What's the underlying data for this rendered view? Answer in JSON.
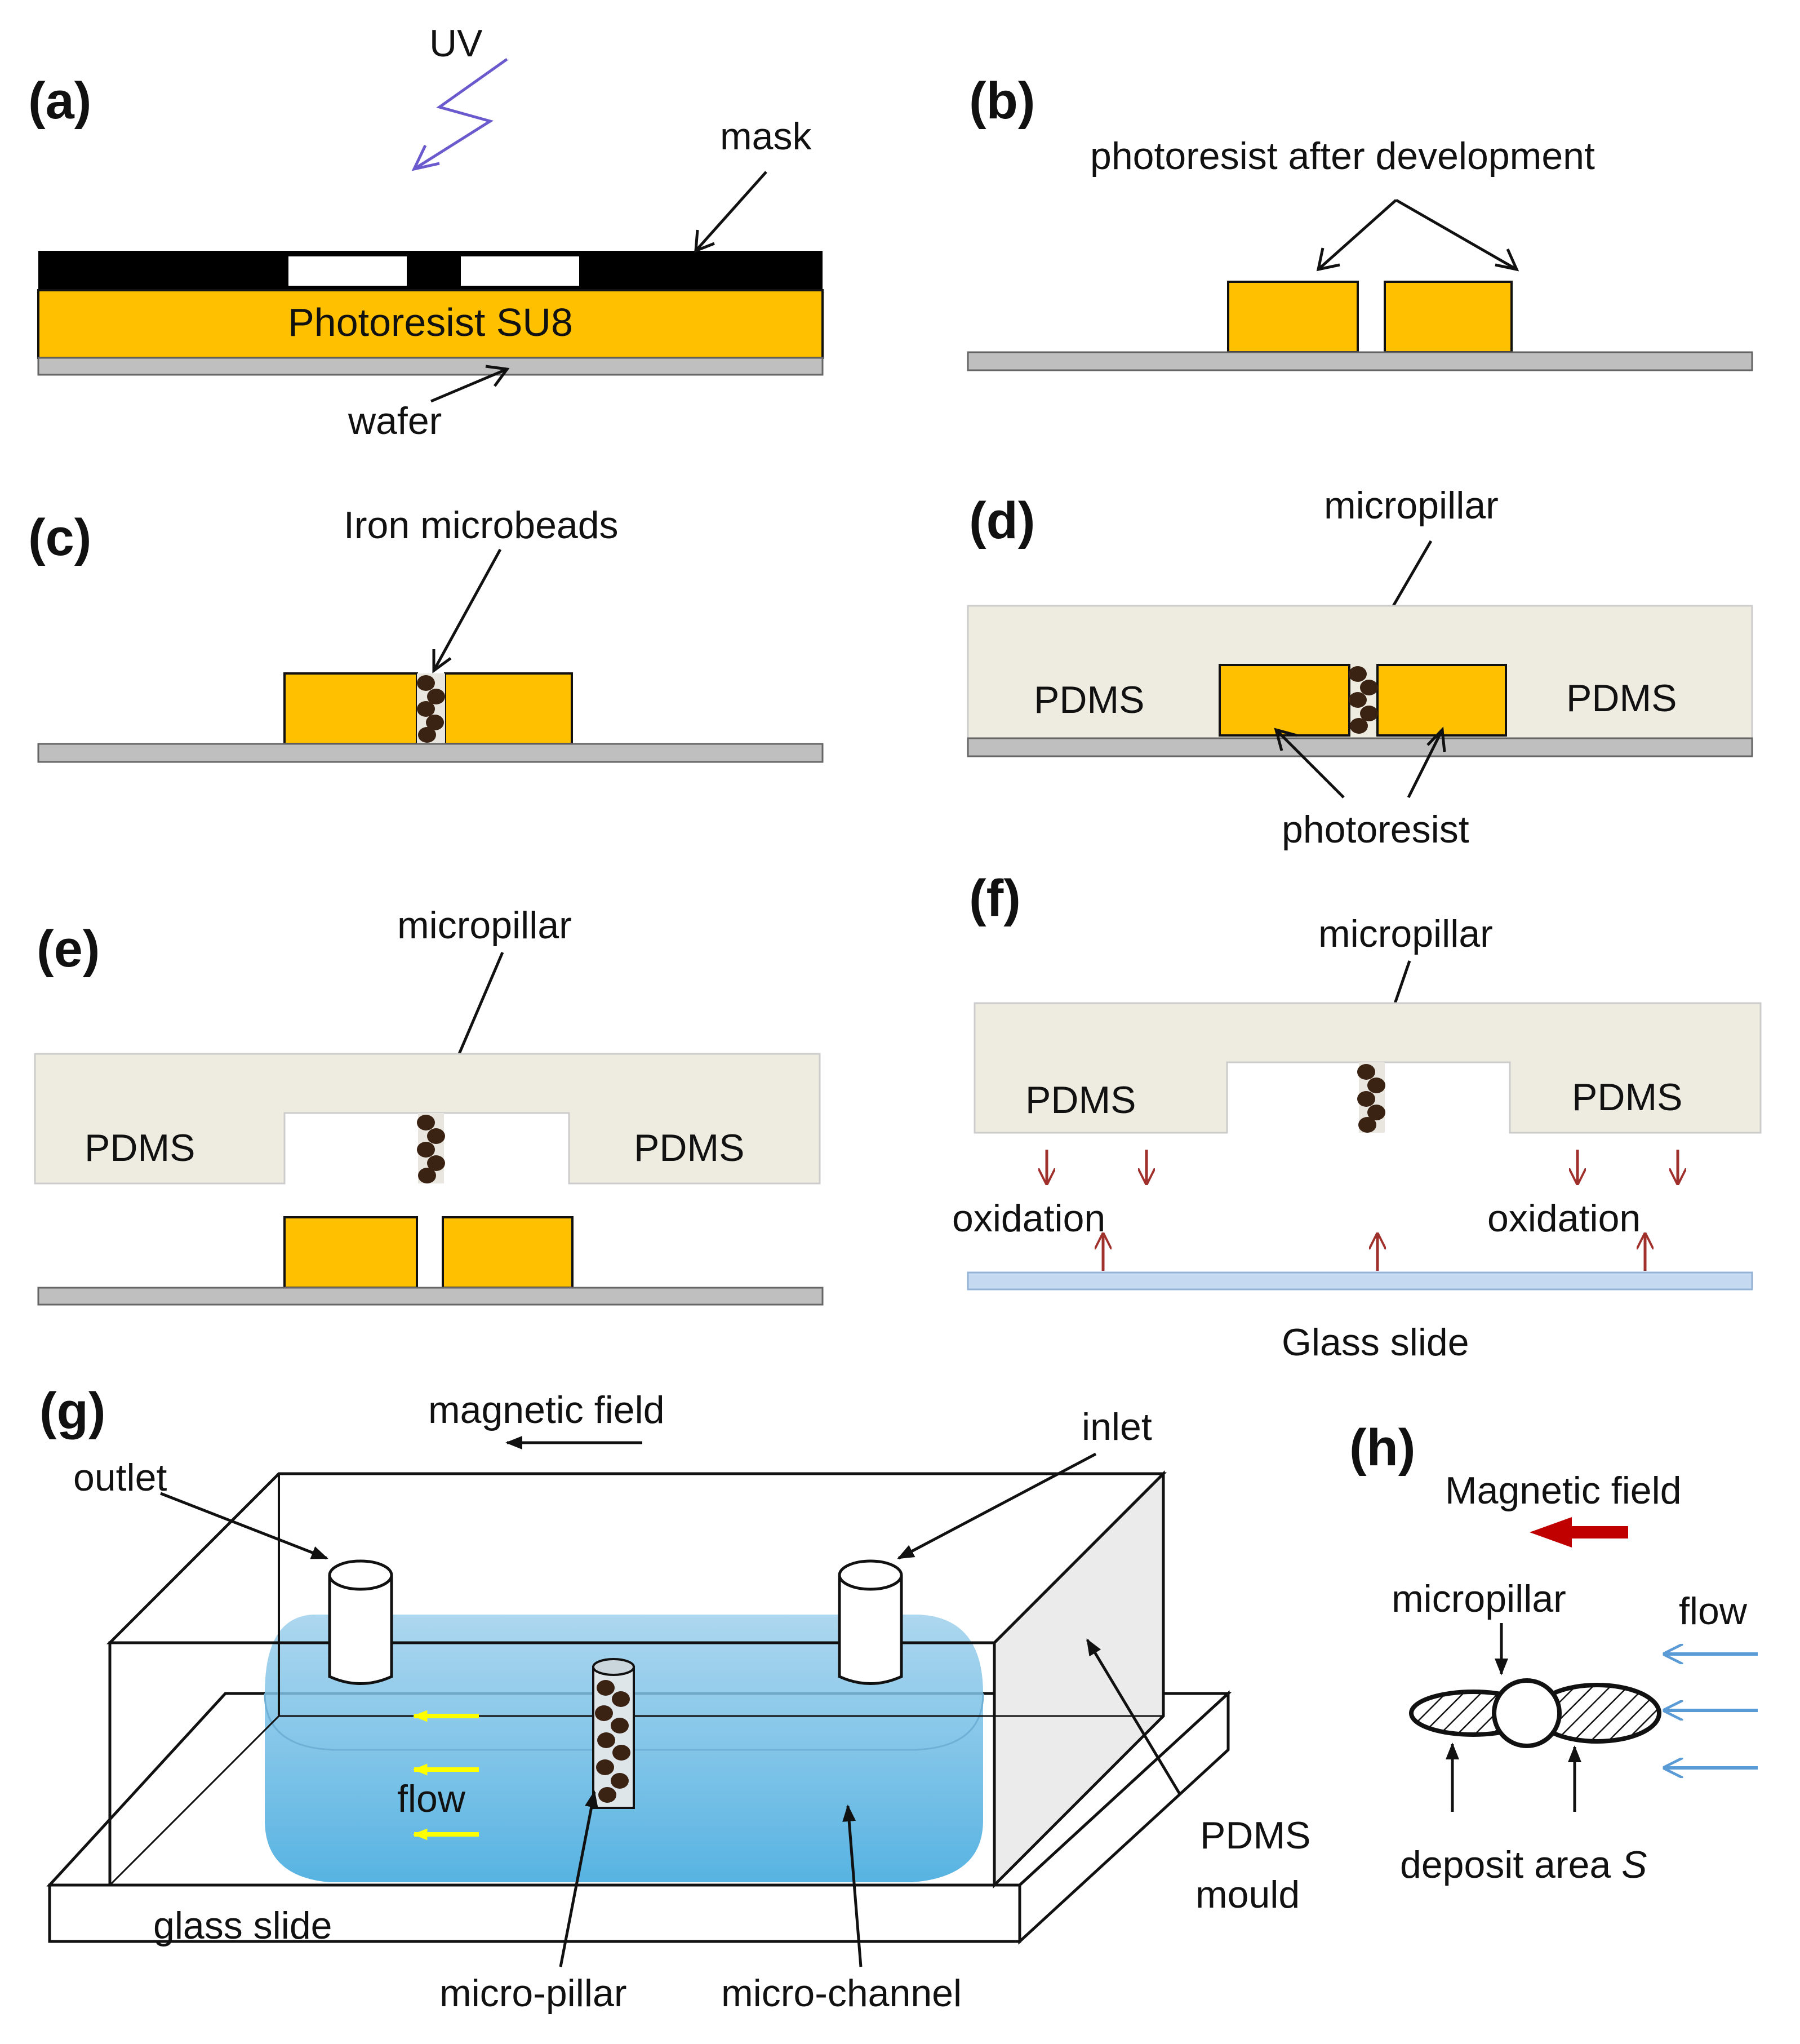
{
  "panels": {
    "a": "(a)",
    "b": "(b)",
    "c": "(c)",
    "d": "(d)",
    "e": "(e)",
    "f": "(f)",
    "g": "(g)",
    "h": "(h)"
  },
  "a": {
    "uv": "UV",
    "mask": "mask",
    "photoresist": "Photoresist SU8",
    "wafer": "wafer"
  },
  "b": {
    "photoresist_after": "photoresist after development"
  },
  "c": {
    "iron_microbeads": "Iron microbeads"
  },
  "d": {
    "micropillar": "micropillar",
    "pdms": "PDMS",
    "photoresist": "photoresist"
  },
  "e": {
    "micropillar": "micropillar",
    "pdms": "PDMS"
  },
  "f": {
    "micropillar": "micropillar",
    "pdms": "PDMS",
    "oxidation": "oxidation",
    "glass_slide": "Glass slide"
  },
  "g": {
    "magnetic_field": "magnetic field",
    "outlet": "outlet",
    "inlet": "inlet",
    "flow": "flow",
    "pdms_line1": "PDMS",
    "pdms_line2": "mould",
    "glass_slide": "glass slide",
    "micro_pillar": "micro-pillar",
    "micro_channel": "micro-channel"
  },
  "h": {
    "magnetic_field": "Magnetic field",
    "micropillar": "micropillar",
    "flow": "flow",
    "deposit_prefix": "deposit area ",
    "deposit_symbol": "S"
  },
  "colors": {
    "photoresist": "#FFC000",
    "wafer": "#BFBFBF",
    "pdms": "#EEECE1",
    "bead": "#3B2314",
    "glass": "#C5D9F1",
    "oxidation_arrow": "#A0302C",
    "water": "#4BAEE0",
    "flow_arrow_g": "#FFFF00",
    "uv": "#6A5ACD",
    "flow_arrow_h": "#5B9BD5",
    "field_arrow_h": "#C00000"
  }
}
